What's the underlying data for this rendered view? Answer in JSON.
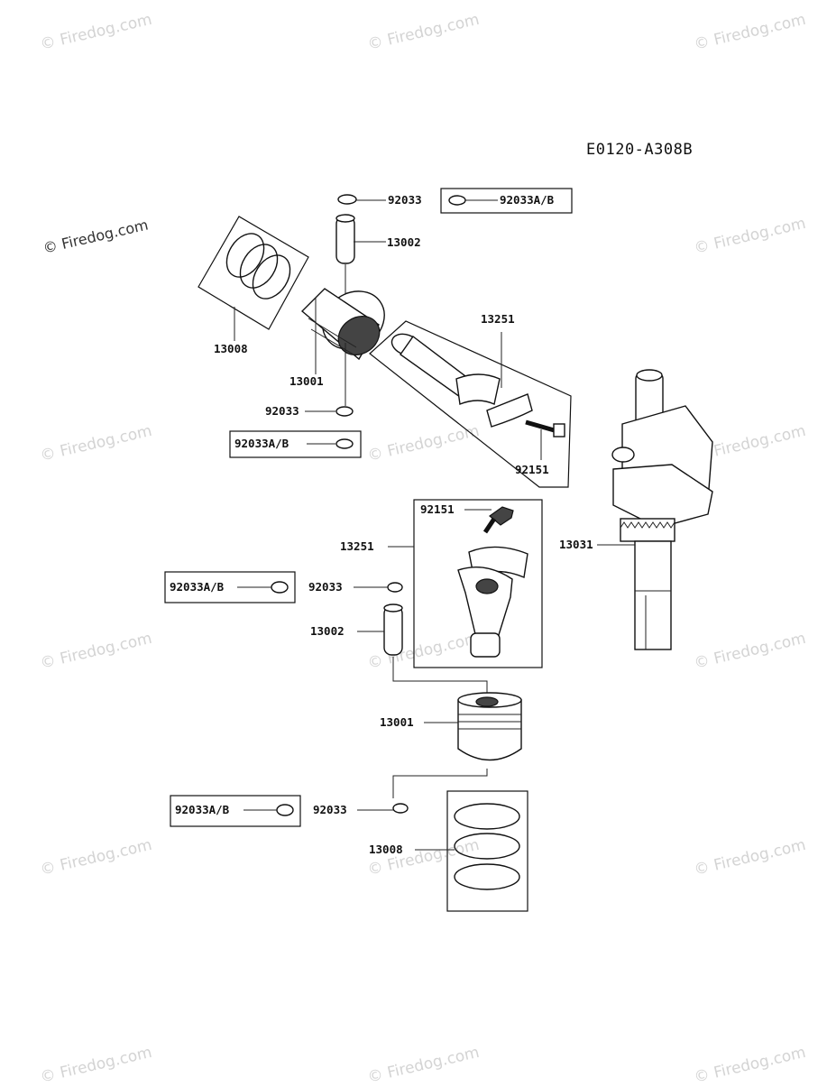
{
  "diagram_code": "E0120-A308B",
  "watermark": "© Firedog.com",
  "parts": {
    "circlip": "92033",
    "circlip_set": "92033A/B",
    "piston_pin": "13002",
    "piston_ring_set": "13008",
    "piston": "13001",
    "connecting_rod": "13251",
    "rod_bolt": "92151",
    "crankshaft": "13031"
  }
}
